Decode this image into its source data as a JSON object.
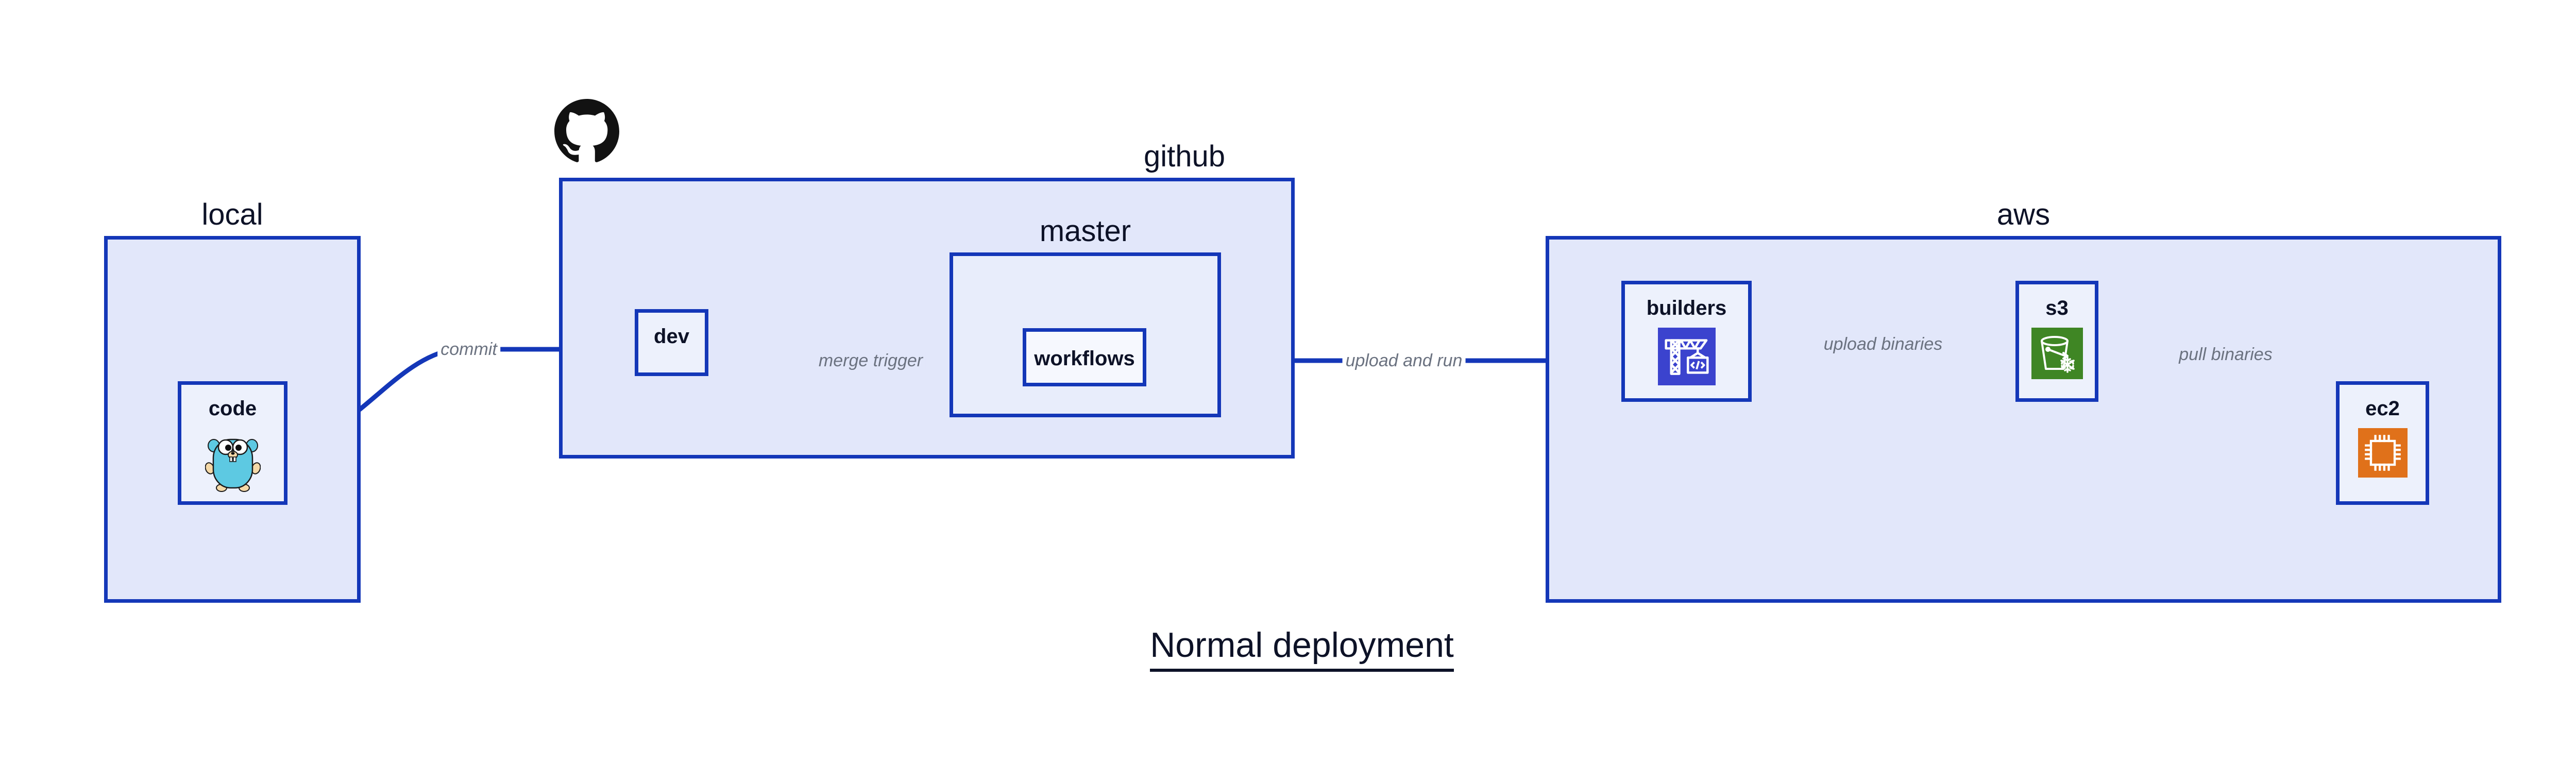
{
  "diagram": {
    "title": "Normal deployment",
    "accent_border": "#1437B8",
    "group_fill": "#E2E7FA",
    "nested_fill": "#E8EDFB",
    "node_fill": "#EDF1FC",
    "label_color": "#0D1227",
    "edge_label_color": "#6B7280"
  },
  "groups": {
    "local": {
      "label": "local"
    },
    "github": {
      "label": "github"
    },
    "master": {
      "label": "master"
    },
    "aws": {
      "label": "aws"
    }
  },
  "nodes": {
    "code": {
      "label": "code",
      "icon": "go-gopher-icon"
    },
    "dev": {
      "label": "dev",
      "icon": "none"
    },
    "workflows": {
      "label": "workflows",
      "icon": "none"
    },
    "builders": {
      "label": "builders",
      "icon": "aws-codebuild-crane-icon",
      "icon_color": "#3B43CE"
    },
    "s3": {
      "label": "s3",
      "icon": "aws-s3-bucket-icon",
      "icon_color": "#3F8624"
    },
    "ec2": {
      "label": "ec2",
      "icon": "aws-ec2-chip-icon",
      "icon_color": "#E0711A"
    }
  },
  "edges": [
    {
      "id": "commit",
      "label": "commit",
      "from": "code",
      "to": "dev"
    },
    {
      "id": "merge-trigger",
      "label": "merge trigger",
      "from": "dev",
      "to": "workflows"
    },
    {
      "id": "upload-and-run",
      "label": "upload and run",
      "from": "workflows",
      "to": "builders"
    },
    {
      "id": "upload-binaries",
      "label": "upload binaries",
      "from": "builders",
      "to": "s3"
    },
    {
      "id": "pull-binaries",
      "label": "pull binaries",
      "from": "s3",
      "to": "ec2"
    }
  ],
  "logos": {
    "github": "github-octocat-logo"
  }
}
